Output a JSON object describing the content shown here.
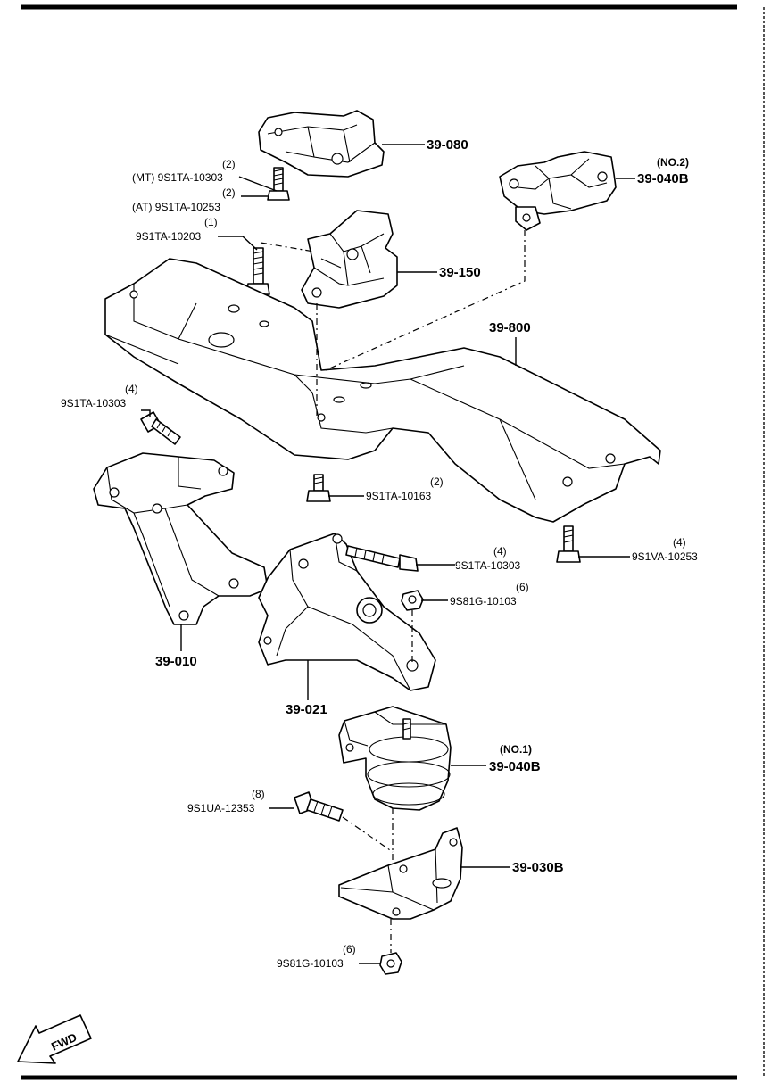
{
  "parts": {
    "p39_080": "39-080",
    "p39_040b_no2_tag": "(NO.2)",
    "p39_040b_no2": "39-040B",
    "p39_150": "39-150",
    "p39_800": "39-800",
    "p39_010": "39-010",
    "p39_021": "39-021",
    "p39_040b_no1_tag": "(NO.1)",
    "p39_040b_no1": "39-040B",
    "p39_030b": "39-030B"
  },
  "fasteners": {
    "mt_qty": "(2)",
    "mt_label": "(MT) 9S1TA-10303",
    "at_qty": "(2)",
    "at_label": "(AT) 9S1TA-10253",
    "b10203_qty": "(1)",
    "b10203": "9S1TA-10203",
    "b10303a_qty": "(4)",
    "b10303a": "9S1TA-10303",
    "b10163_qty": "(2)",
    "b10163": "9S1TA-10163",
    "b10303b_qty": "(4)",
    "b10303b": "9S1TA-10303",
    "va10253_qty": "(4)",
    "va10253": "9S1VA-10253",
    "n10103a_qty": "(6)",
    "n10103a": "9S81G-10103",
    "ua12353_qty": "(8)",
    "ua12353": "9S1UA-12353",
    "n10103b_qty": "(6)",
    "n10103b": "9S81G-10103"
  },
  "fwd_arrow": {
    "label": "FWD",
    "icon": "fwd-arrow-icon"
  }
}
